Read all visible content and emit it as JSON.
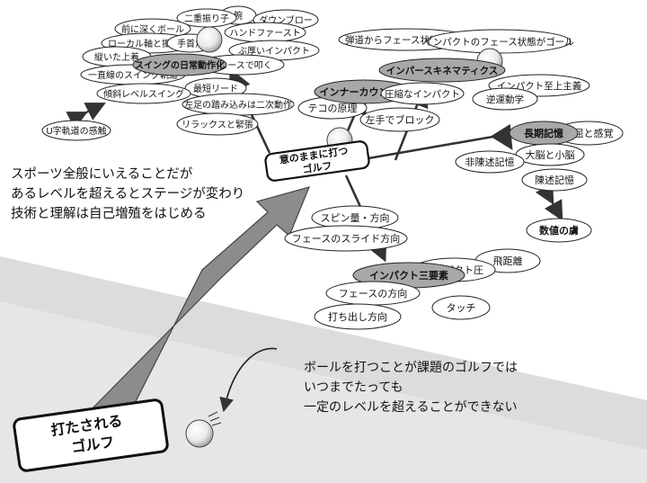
{
  "root": {
    "lines": [
      "意のままに打つ",
      "ゴルフ"
    ]
  },
  "start": {
    "lines": [
      "打たされる",
      "ゴルフ"
    ]
  },
  "caption_top": [
    "スポーツ全般にいえることだが",
    "あるレベルを超えるとステージが変わり",
    "技術と理解は自己増殖をはじめる"
  ],
  "caption_bottom": [
    "ボールを打つことが課題のゴルフでは",
    "いつまでたっても",
    "一定のレベルを超えることができない"
  ],
  "branches": {
    "daily": {
      "hub": "スイングの日常動作化",
      "items": [
        "腕",
        "二重振り子",
        "ダウンブロー",
        "前に深くボール",
        "ハンドファースト",
        "ローカル軸と振り子",
        "手首角",
        "ぶ厚いインパクト",
        "縦いた上着",
        "フェースで叩く",
        "一直線のスイング軌道",
        "最短リード",
        "傾斜レベルスイング",
        "左足の踏み込みは二次動作",
        "リラックスと緊張",
        "U字軌道の感触"
      ]
    },
    "inner": {
      "hub": "インナーカウンター",
      "items": [
        "テコの原理",
        "左手でブロック"
      ]
    },
    "kinematics": {
      "hub": "インパースキネマティクス",
      "items": [
        "弾道からフェース状態を逆算",
        "インパクトのフェース状態がゴール",
        "インパクト至上主義",
        "圧縮なインパクト",
        "逆運動学"
      ]
    },
    "memory": {
      "hub": "長期記憶",
      "items": [
        "理屈と感覚",
        "大脳と小脳",
        "非陳述記憶",
        "陳述記憶",
        "数値の虜"
      ]
    },
    "impact": {
      "hub": "インパクト三要素",
      "items": [
        "スピン量・方向",
        "フェースのスライド方向",
        "飛距離",
        "インパクト圧",
        "フェースの方向",
        "タッチ",
        "打ち出し方向"
      ]
    }
  }
}
